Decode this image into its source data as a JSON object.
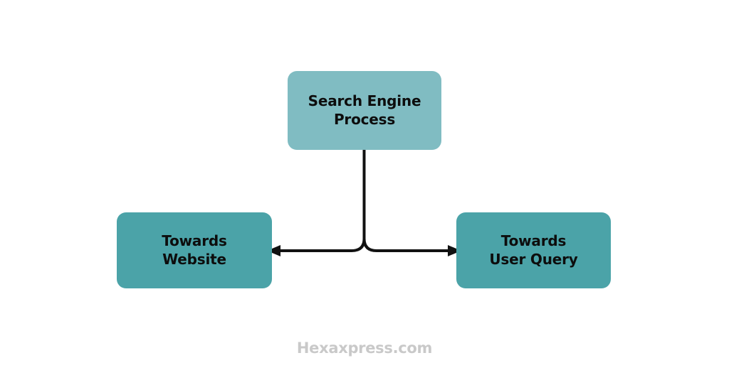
{
  "diagram": {
    "title_node": {
      "id": "search-engine-process",
      "line1": "Search Engine",
      "line2": "Process",
      "color": "#80bcc2"
    },
    "branches": [
      {
        "id": "towards-website",
        "line1": "Towards",
        "line2": "Website",
        "color": "#4ba3a8",
        "arrow": "left"
      },
      {
        "id": "towards-user-query",
        "line1": "Towards",
        "line2": "User Query",
        "color": "#4ba3a8",
        "arrow": "right"
      }
    ],
    "connector": {
      "stroke_color": "#111111",
      "stroke_width": 4
    },
    "background_color": "#ffffff"
  },
  "watermark": {
    "text": "Hexaxpress.com",
    "color": "#c9c9c9"
  }
}
